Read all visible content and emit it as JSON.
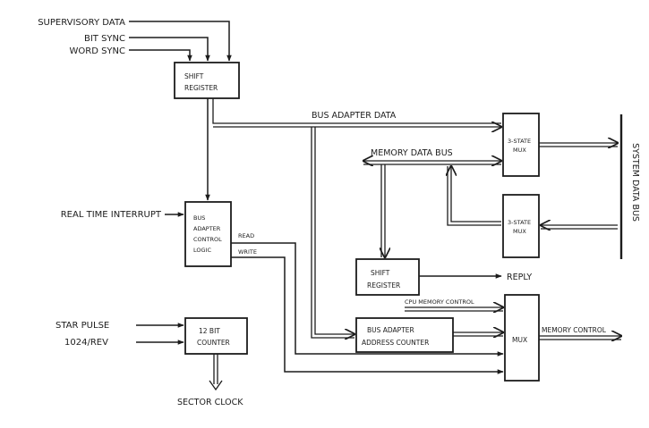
{
  "inputs": {
    "supervisory_data": "SUPERVISORY DATA",
    "bit_sync": "BIT SYNC",
    "word_sync": "WORD SYNC",
    "real_time_interrupt": "REAL TIME INTERRUPT",
    "star_pulse": "STAR PULSE",
    "rev_1024": "1024/REV"
  },
  "blocks": {
    "shift_register_top": [
      "SHIFT",
      "REGISTER"
    ],
    "bus_adapter_control": [
      "BUS",
      "ADAPTER",
      "CONTROL",
      "LOGIC"
    ],
    "counter_12bit": [
      "12 BIT",
      "COUNTER"
    ],
    "mux_upper": [
      "3-STATE",
      "MUX"
    ],
    "mux_lower": [
      "3-STATE",
      "MUX"
    ],
    "shift_register_mid": [
      "SHIFT",
      "REGISTER"
    ],
    "address_counter": [
      "BUS ADAPTER",
      "ADDRESS COUNTER"
    ],
    "mux_main": "MUX"
  },
  "signals": {
    "bus_adapter_data": "BUS ADAPTER DATA",
    "memory_data_bus": "MEMORY DATA BUS",
    "system_data_bus": "SYSTEM DATA BUS",
    "read": "READ",
    "write": "WRITE",
    "reply": "REPLY",
    "cpu_memory_control": "CPU MEMORY CONTROL",
    "memory_control": "MEMORY CONTROL",
    "sector_clock": "SECTOR CLOCK"
  }
}
